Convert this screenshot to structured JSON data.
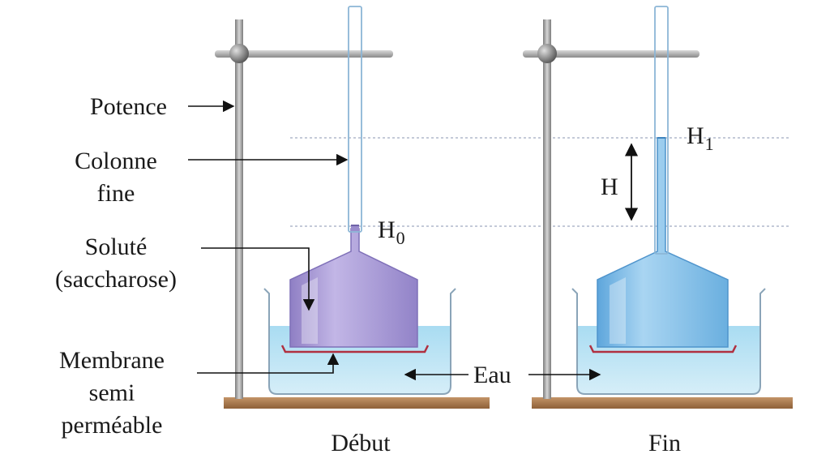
{
  "labels": {
    "potence": "Potence",
    "colonne_line1": "Colonne",
    "colonne_line2": "fine",
    "solute_line1": "Soluté",
    "solute_line2": "(saccharose)",
    "membrane_line1": "Membrane",
    "membrane_line2": "semi",
    "membrane_line3": "perméable",
    "eau": "Eau",
    "h0_letter": "H",
    "h0_sub": "0",
    "h1_letter": "H",
    "h1_sub": "1",
    "h": "H"
  },
  "panels": {
    "left_caption": "Début",
    "right_caption": "Fin"
  },
  "colors": {
    "solution_purple": "#a99bd4",
    "water_blue": "#bfe3f3",
    "tube_blue": "#8ec3e8",
    "membrane_red": "#b03040",
    "base_brown": "#a97a4e",
    "stand_grey": "#9a9a9a"
  }
}
